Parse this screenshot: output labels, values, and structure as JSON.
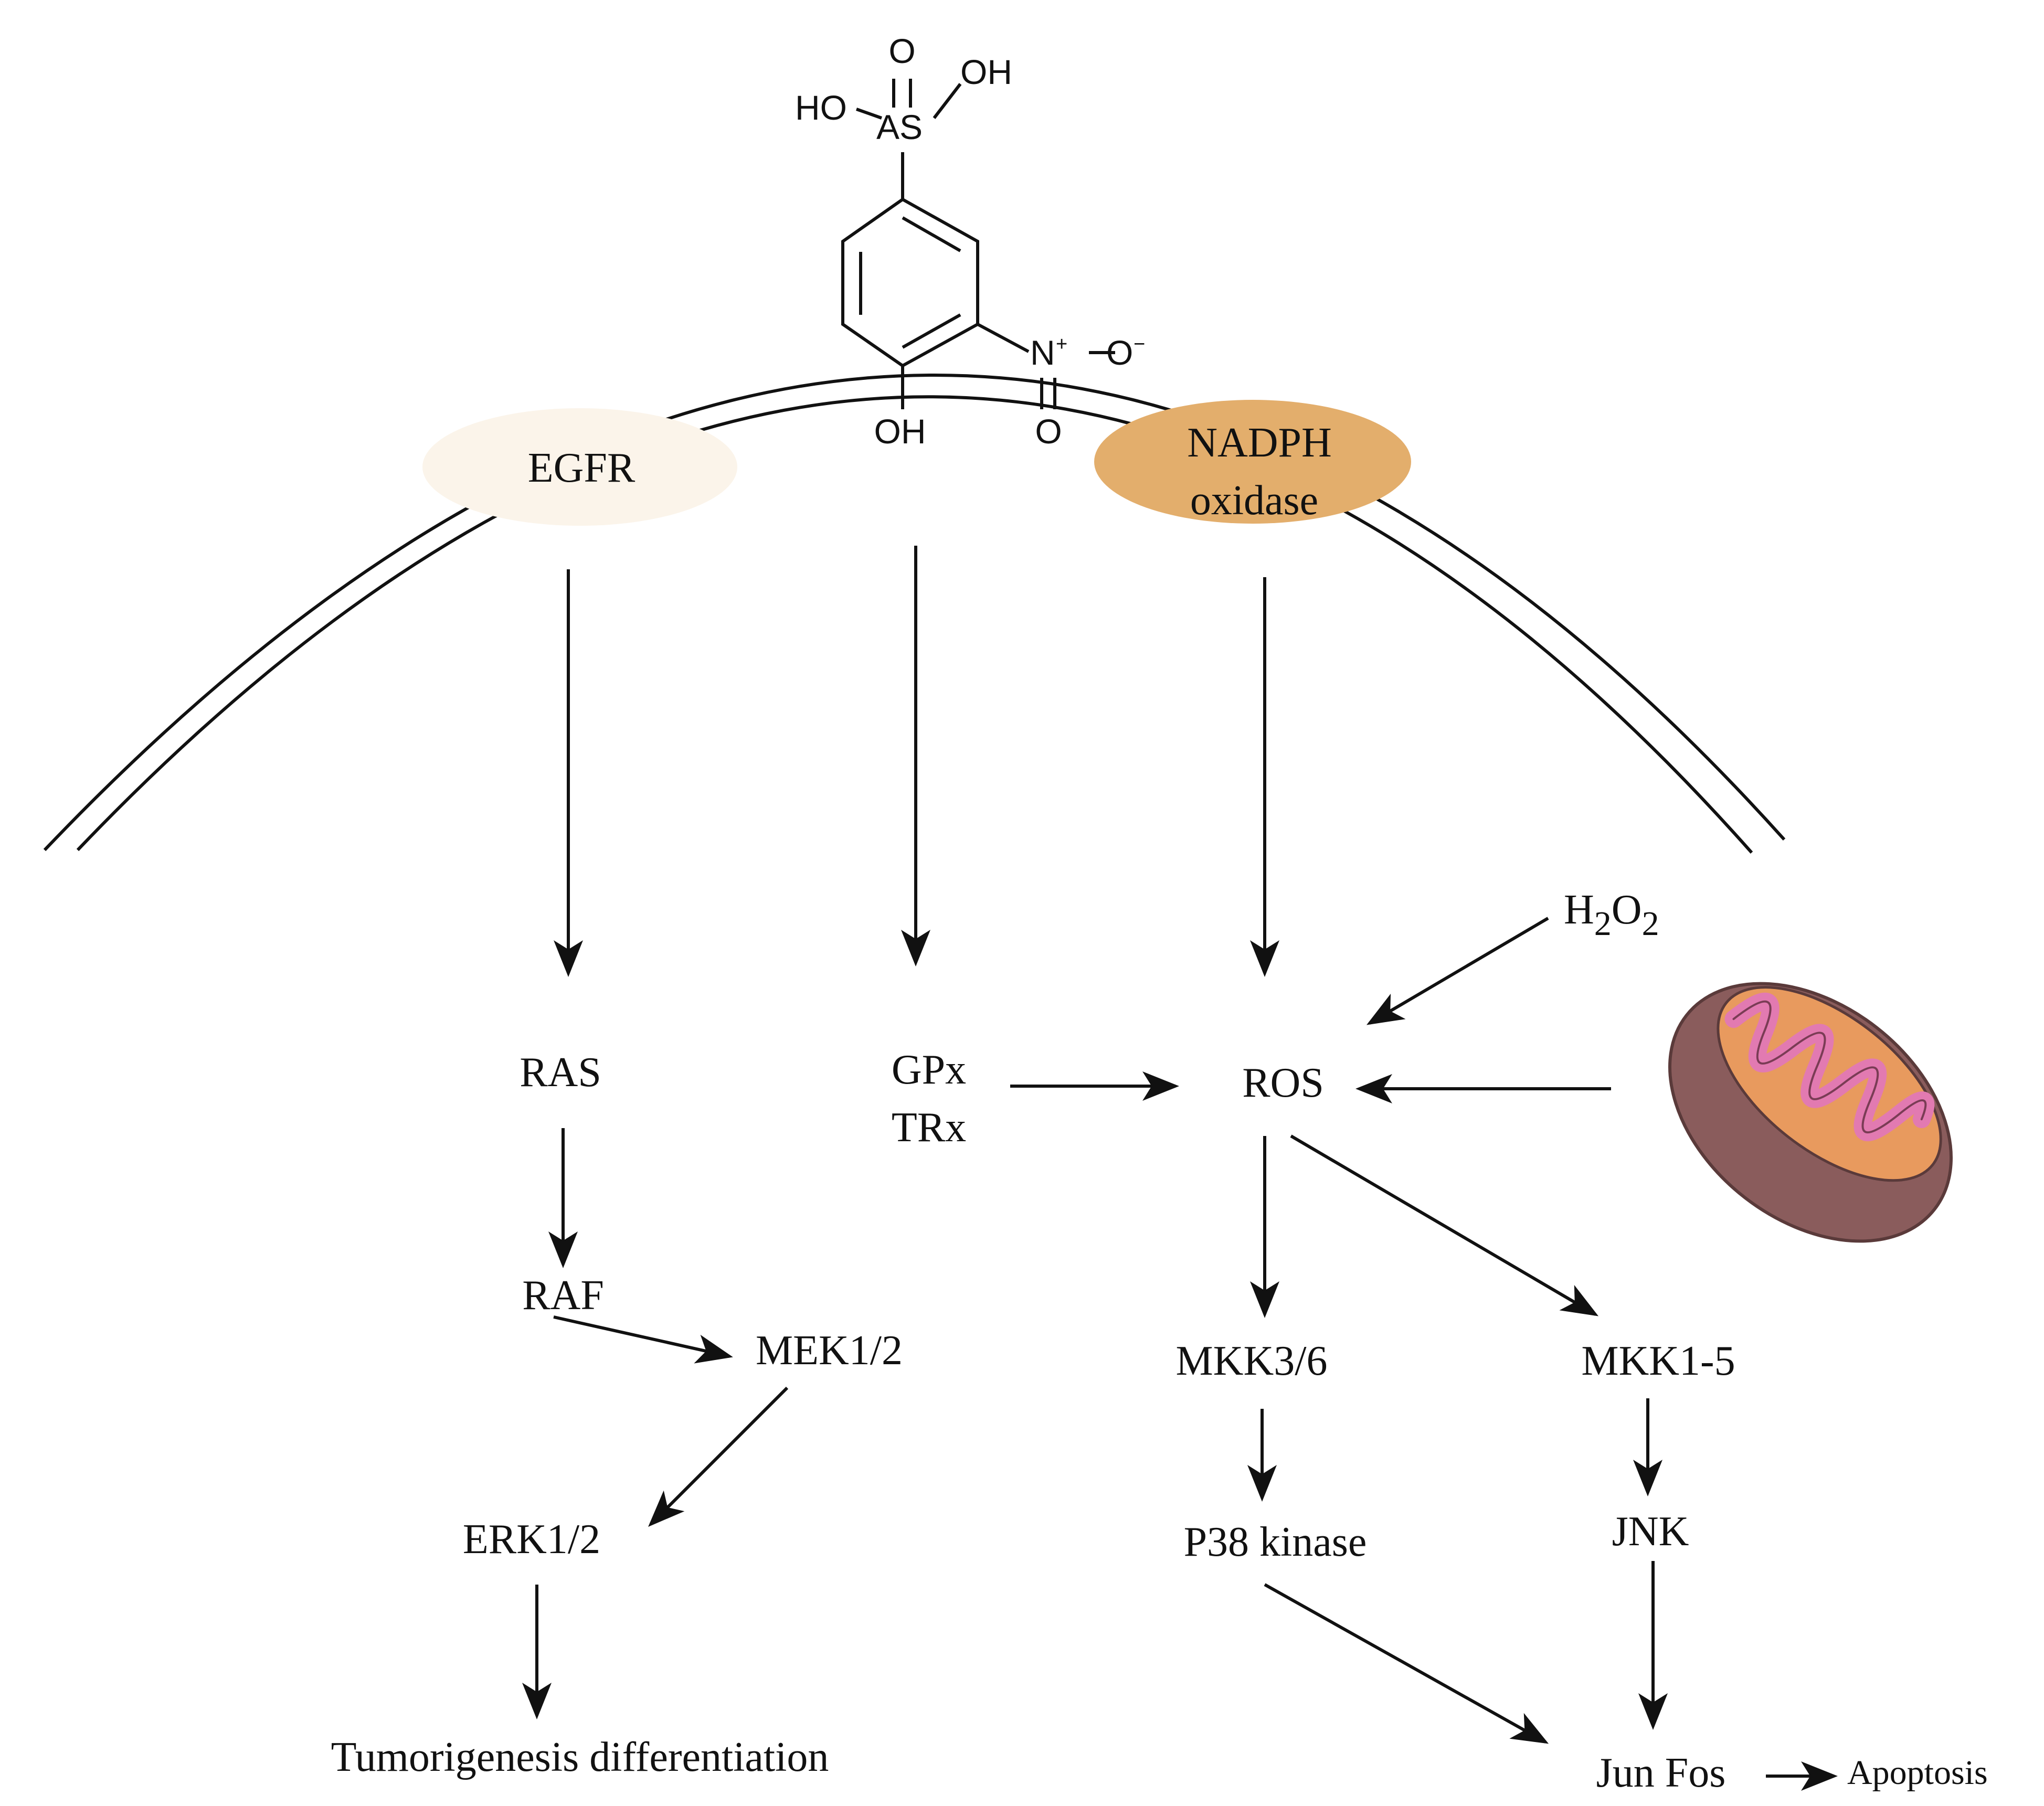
{
  "molecule": {
    "o_top": "O",
    "oh_right": "OH",
    "ho_left": "HO",
    "as_label": "AS",
    "n_label": "N",
    "n_charge": "+",
    "o_minus": "O",
    "o_minus_charge": "−",
    "o_nitro": "O",
    "oh_bottom": "OH"
  },
  "nodes": {
    "egfr": "EGFR",
    "nadph_line1": "NADPH",
    "nadph_line2": "oxidase",
    "ras": "RAS",
    "raf": "RAF",
    "mek": "MEK1/2",
    "erk": "ERK1/2",
    "tumorigenesis": "Tumorigenesis differentiation",
    "gpx": "GPx",
    "trx": "TRx",
    "ros": "ROS",
    "h2o2_h": "H",
    "h2o2_2a": "2",
    "h2o2_o": "O",
    "h2o2_2b": "2",
    "mkk36": "MKK3/6",
    "mkk15": "MKK1-5",
    "p38": "P38 kinase",
    "jnk": "JNK",
    "junfos": "Jun Fos",
    "apoptosis": "Apoptosis"
  },
  "colors": {
    "egfr_fill": "#fbf4ea",
    "nadph_fill": "#e3ae6c",
    "mito_outer": "#8a5c5c",
    "mito_inner": "#e89a5e",
    "mito_cristae": "#e27ab1",
    "stroke": "#111111"
  }
}
